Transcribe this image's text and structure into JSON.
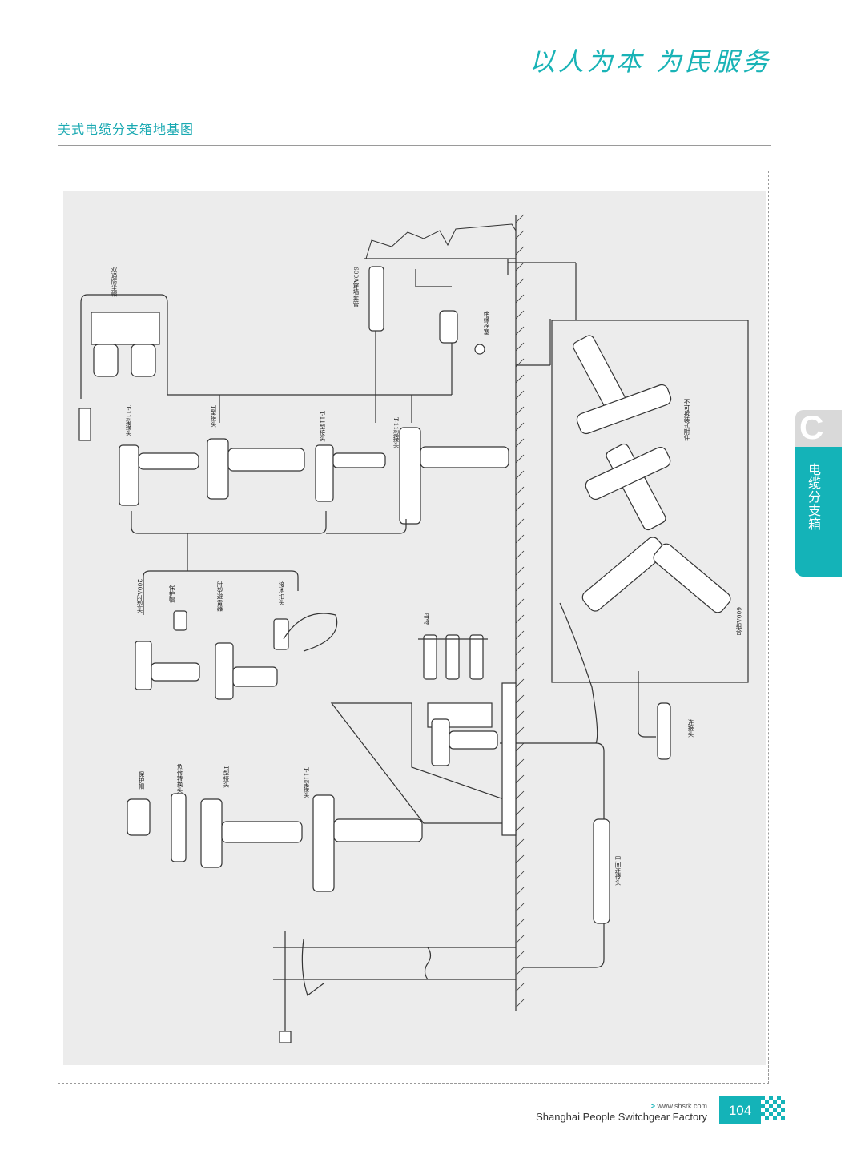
{
  "header": {
    "slogan": "以人为本 为民服务",
    "section_title": "美式电缆分支箱地基图"
  },
  "side_tab": {
    "letter": "C",
    "text": "电缆分支箱"
  },
  "diagram": {
    "labels": {
      "dust_cap": "双通防尘帽",
      "bushing_600a": "600A穿墙套管",
      "insulating_plug": "绝缘栓塞",
      "t11_1": "T-11型接头",
      "t_conn": "T型接头",
      "t11_2": "T-11型接头",
      "t11_3": "T-11型接头",
      "nonremovable": "不可拆装式附件",
      "elbow_200a": "200A肘型头",
      "protect_cap_1": "保护帽",
      "elbow_arrester": "肘型避雷器",
      "ground_clamp": "接地扣头",
      "busbar": "母排",
      "combo_600a": "600A组合",
      "connector": "连接头",
      "protect_cap_2": "保护帽",
      "loadbreak": "负荷转换头",
      "t_conn_2": "T型接头",
      "t11_4": "T-11型接头",
      "mid_joint": "中间连接头"
    }
  },
  "footer": {
    "url": "www.shsrk.com",
    "url_arrow": ">",
    "company": "Shanghai People Switchgear Factory",
    "page_number": "104"
  },
  "colors": {
    "accent": "#14b3b8",
    "drawing_bg": "#ececec",
    "line": "#333333"
  }
}
